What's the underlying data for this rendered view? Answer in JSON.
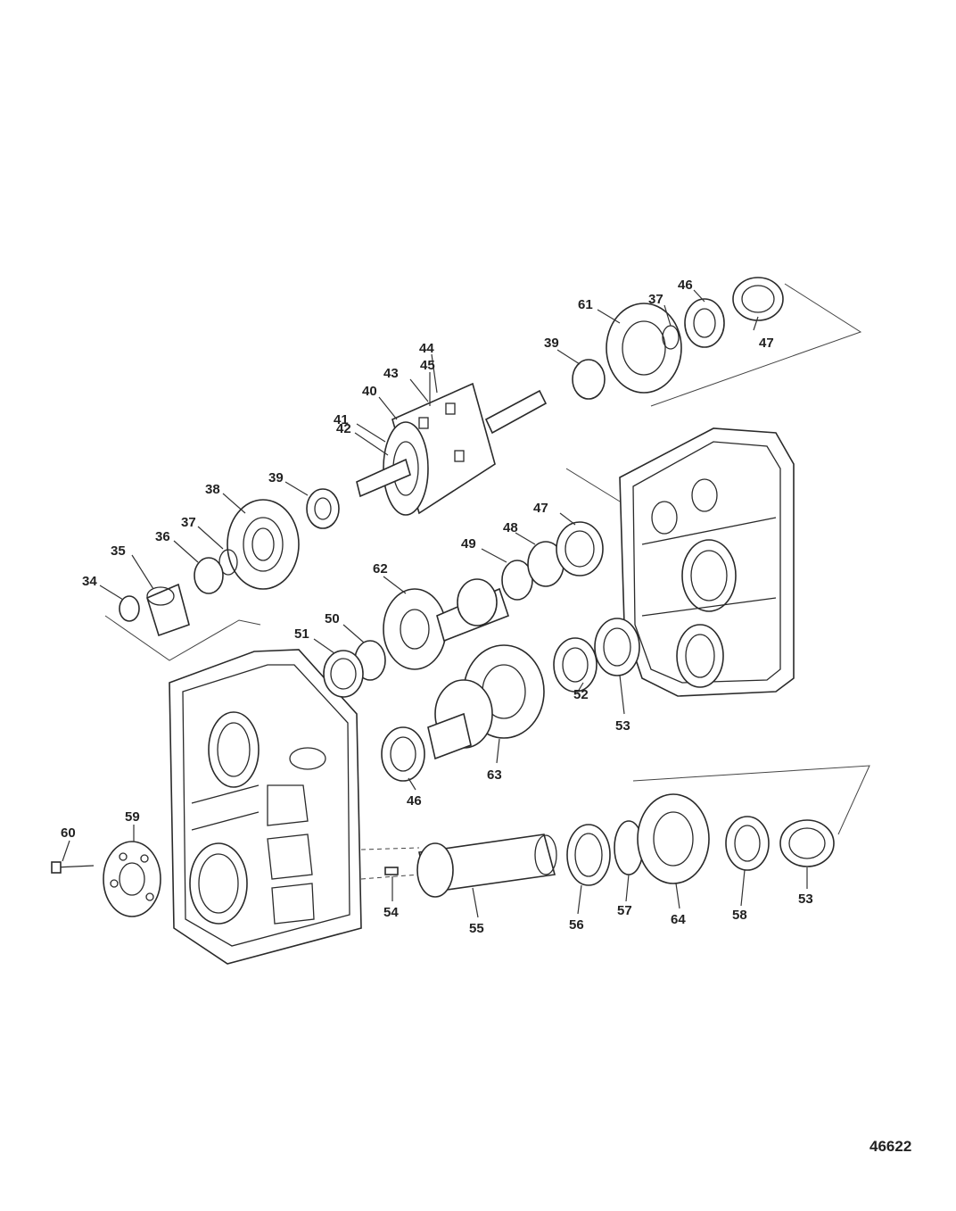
{
  "diagram": {
    "figure_number": "46622",
    "callouts": [
      "34",
      "35",
      "36",
      "37",
      "38",
      "39",
      "40",
      "41",
      "42",
      "43",
      "44",
      "45",
      "39",
      "61",
      "37",
      "46",
      "47",
      "47",
      "48",
      "49",
      "62",
      "50",
      "51",
      "52",
      "53",
      "46",
      "63",
      "60",
      "59",
      "54",
      "55",
      "56",
      "57",
      "64",
      "58",
      "53"
    ]
  }
}
